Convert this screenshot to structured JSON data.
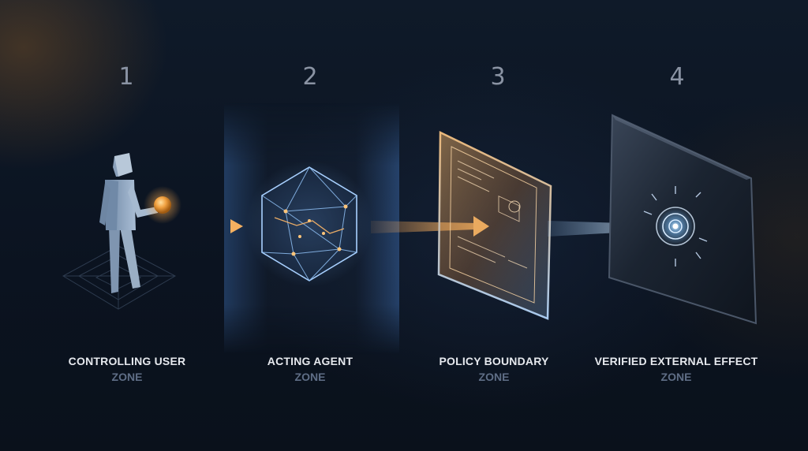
{
  "diagram": {
    "steps": [
      {
        "number": "1",
        "title": "CONTROLLING USER",
        "subtitle": "ZONE",
        "icon": "user-figure-icon"
      },
      {
        "number": "2",
        "title": "ACTING AGENT",
        "subtitle": "ZONE",
        "icon": "crystal-agent-icon"
      },
      {
        "number": "3",
        "title": "POLICY BOUNDARY",
        "subtitle": "ZONE",
        "icon": "policy-panel-icon"
      },
      {
        "number": "4",
        "title": "VERIFIED EXTERNAL EFFECT",
        "subtitle": "ZONE",
        "icon": "target-screen-icon"
      }
    ],
    "colors": {
      "background": "#0c1420",
      "accent_orange": "#f0a050",
      "accent_blue": "#6fb4ff",
      "step_number": "#8a93a3",
      "label_title": "#e6e9ee",
      "label_subtitle": "#5f6e86"
    }
  }
}
